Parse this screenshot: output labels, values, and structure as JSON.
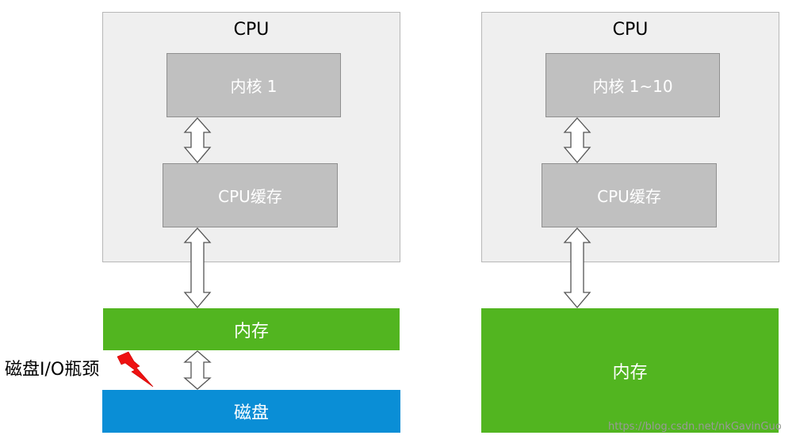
{
  "left": {
    "cpu_title": "CPU",
    "core": "内核 1",
    "cache": "CPU缓存",
    "memory": "内存",
    "disk": "磁盘",
    "bottleneck": "磁盘I/O瓶颈"
  },
  "right": {
    "cpu_title": "CPU",
    "core": "内核 1~10",
    "cache": "CPU缓存",
    "memory": "内存"
  },
  "watermark": "https://blog.csdn.net/nkGavinGuo",
  "colors": {
    "memory": "#52b520",
    "disk": "#0a8ed6",
    "bolt": "#ee1111",
    "frame": "#efefef",
    "inner_box": "#c0c0c0"
  }
}
